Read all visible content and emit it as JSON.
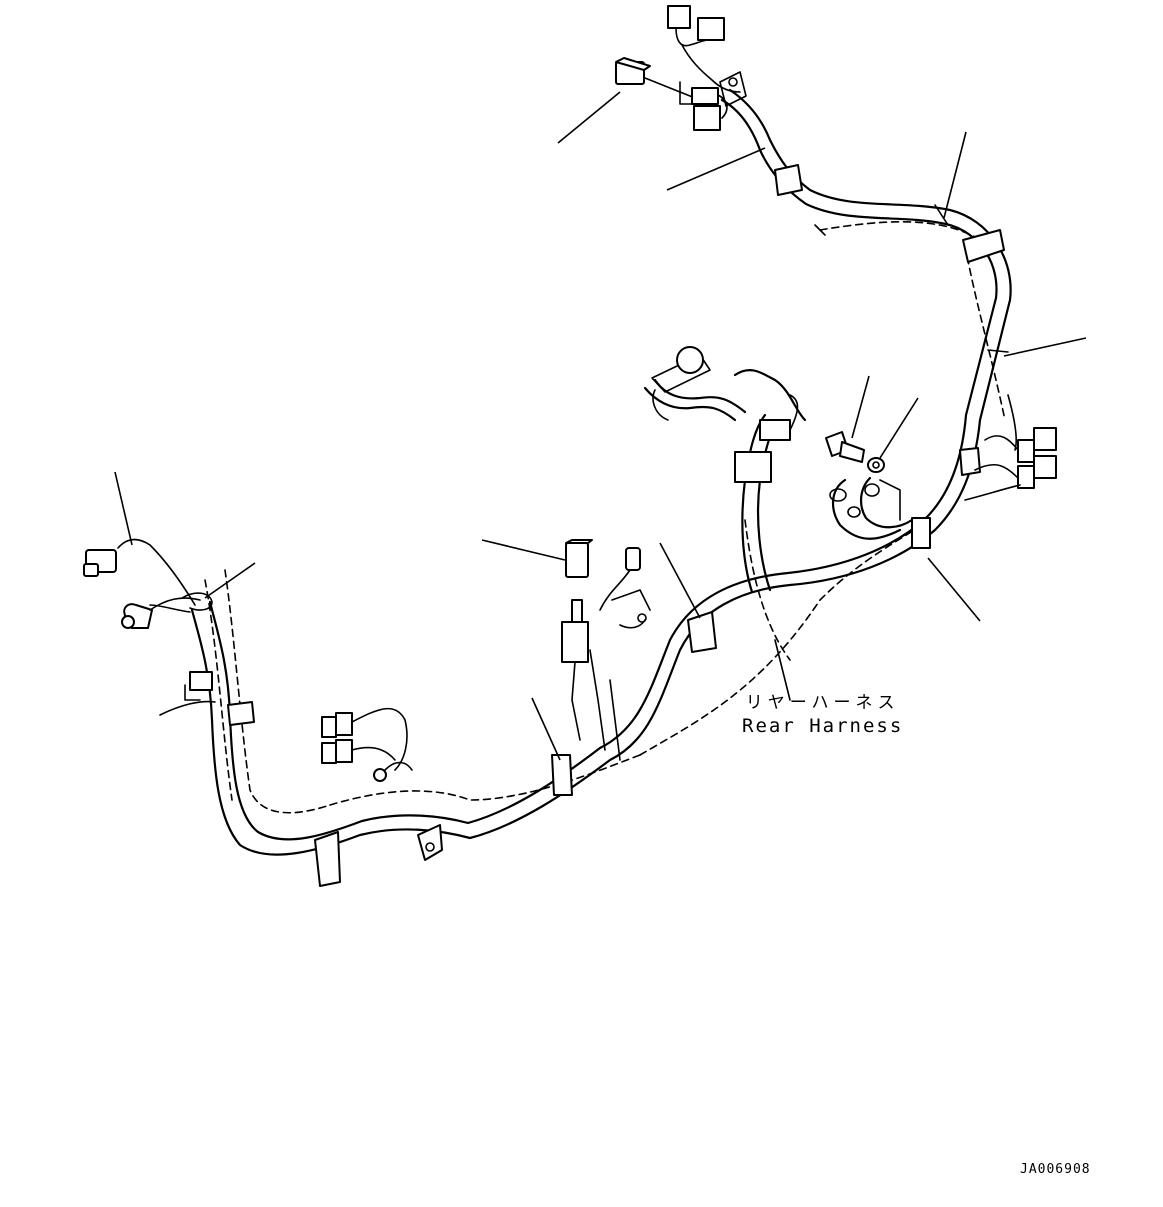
{
  "diagram": {
    "harness_label_jp": "リヤーハーネス",
    "harness_label_en": "Rear Harness",
    "drawing_number": "JA006908"
  },
  "icons": {
    "harness": "wire-harness-icon",
    "connector": "connector-icon",
    "clamp": "clamp-icon",
    "bolt": "bolt-icon",
    "washer": "washer-icon",
    "cap": "cap-icon",
    "sensor": "sensor-icon"
  }
}
